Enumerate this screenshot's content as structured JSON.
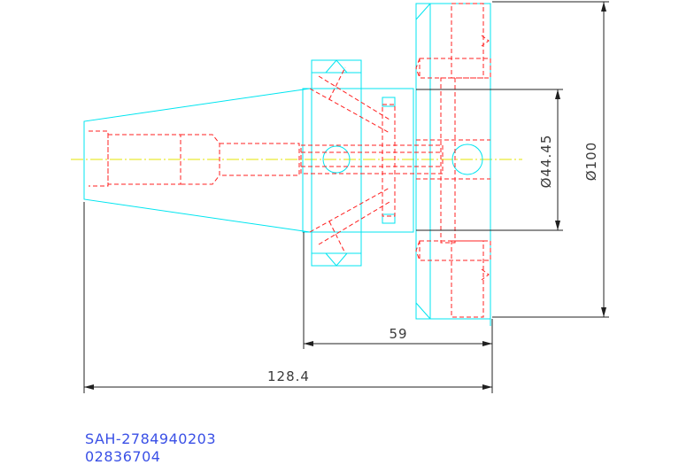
{
  "drawing": {
    "dimensions": {
      "overall_length": "128.4",
      "flange_offset": "59",
      "inner_diameter": "Ø44.45",
      "outer_diameter": "Ø100"
    },
    "colors": {
      "outline": "#00e5f0",
      "hidden_lines": "#ff2020",
      "center_line": "#e6e600",
      "dimension_lines": "#202020",
      "caption_text": "#3a50e6"
    }
  },
  "caption": {
    "part_code": "SAH-2784940203",
    "part_number": "02836704"
  }
}
